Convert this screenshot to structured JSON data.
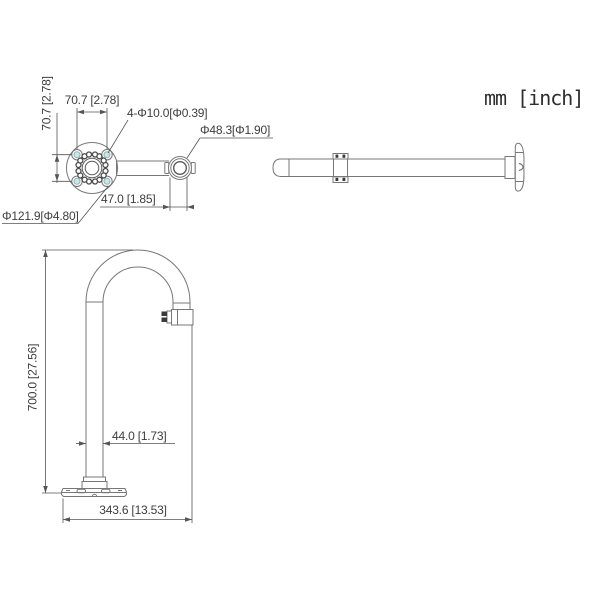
{
  "drawing": {
    "units_label": "mm [inch]",
    "top_view": {
      "bolt_spacing_horizontal": "70.7 [2.78]",
      "bolt_spacing_vertical": "70.7 [2.78]",
      "mount_holes": "4-Φ10.0[Φ0.39]",
      "pipe_diameter": "Φ48.3[Φ1.90]",
      "end_length": "47.0 [1.85]",
      "flange_diameter": "Φ121.9[Φ4.80]"
    },
    "front_view": {
      "height": "700.0 [27.56]",
      "pole_diameter": "44.0 [1.73]",
      "base_reach": "343.6 [13.53]"
    },
    "colors": {
      "part_line": "#777777",
      "dim_line": "#555555",
      "text": "#3d3d3d",
      "hole_fill": "#c9e6e8",
      "bolt_fill": "#3a3a3a"
    }
  }
}
